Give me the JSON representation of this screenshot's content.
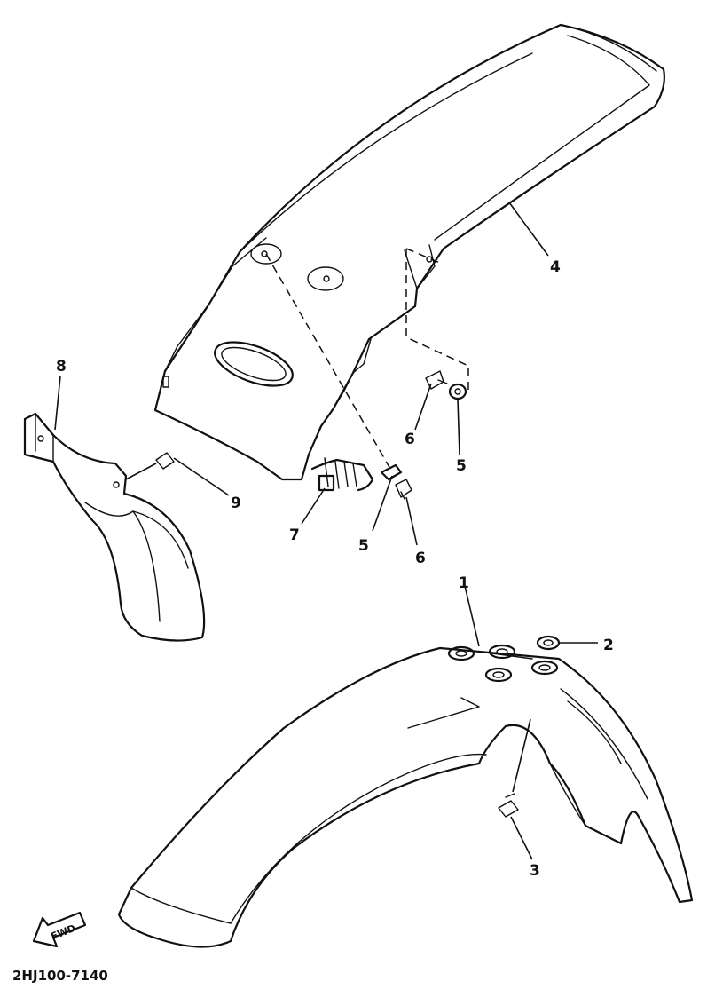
{
  "diagram": {
    "callouts": [
      {
        "id": "1",
        "text": "1"
      },
      {
        "id": "2",
        "text": "2"
      },
      {
        "id": "3",
        "text": "3"
      },
      {
        "id": "4",
        "text": "4"
      },
      {
        "id": "5a",
        "text": "5"
      },
      {
        "id": "5b",
        "text": "5"
      },
      {
        "id": "6a",
        "text": "6"
      },
      {
        "id": "6b",
        "text": "6"
      },
      {
        "id": "7",
        "text": "7"
      },
      {
        "id": "8",
        "text": "8"
      },
      {
        "id": "9",
        "text": "9"
      }
    ],
    "fwd_label": "FWD",
    "drawing_code": "2HJ100-7140"
  }
}
